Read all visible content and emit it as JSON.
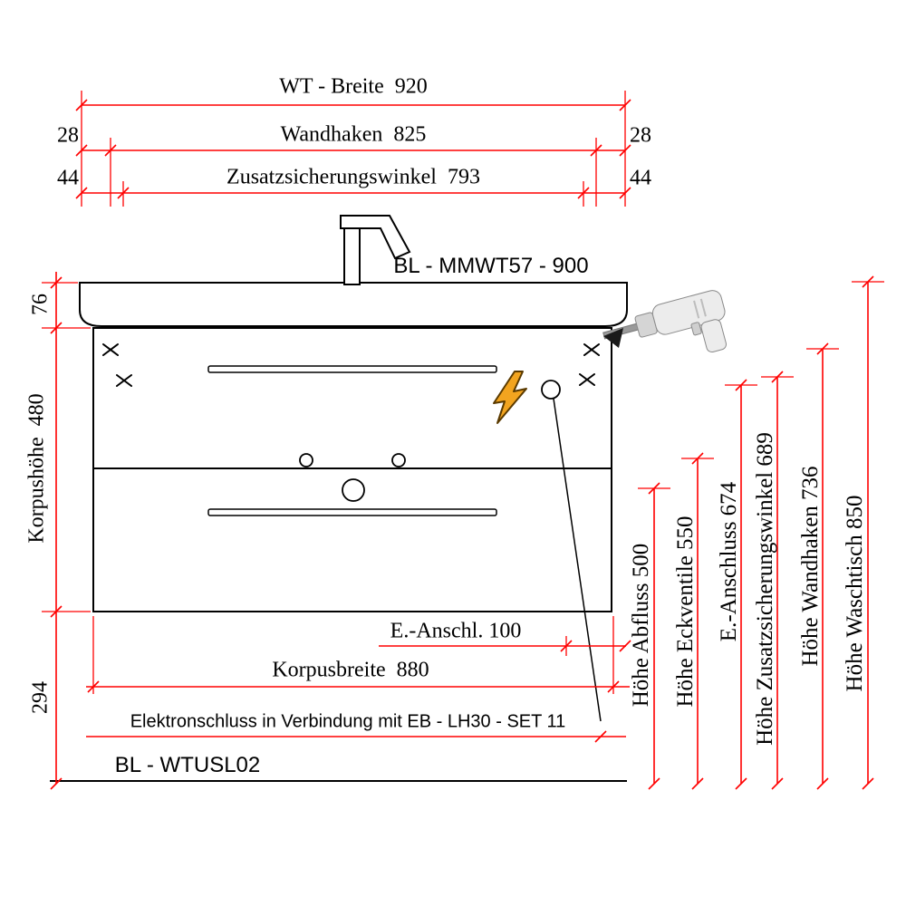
{
  "colors": {
    "dimension_red": "#ff0000",
    "drawing_black": "#000000",
    "bolt_orange": "#f2a41f",
    "drill_gray": "#ececec"
  },
  "icons": {
    "drill": "drill-icon",
    "lightning_bolt": "electric-connection-icon",
    "mounting_marks": "wall-hook-cross-marker"
  },
  "top_dimensions": {
    "wt_breite": {
      "label": "WT - Breite  920"
    },
    "wandhaken": {
      "label": "Wandhaken  825",
      "left_offset": "28",
      "right_offset": "28"
    },
    "zusatzwinkel": {
      "label": "Zusatzsicherungswinkel  793",
      "left_offset": "44",
      "right_offset": "44"
    }
  },
  "left_dimensions": {
    "basin_height": "76",
    "korpus_height": "Korpushöhe  480",
    "bottom_clearance": "294"
  },
  "right_dimensions": [
    {
      "label": "Höhe Abfluss 500"
    },
    {
      "label": "Höhe Eckventile 550"
    },
    {
      "label": "E.-Anschluss 674"
    },
    {
      "label": "Höhe Zusatzsicherungswinkel 689"
    },
    {
      "label": "Höhe Wandhaken 736"
    },
    {
      "label": "Höhe Waschtisch 850"
    }
  ],
  "bottom_dimensions": {
    "e_anschl": "E.-Anschl. 100",
    "korpusbreite": "Korpusbreite  880"
  },
  "annotations": {
    "washbasin_model": "BL - MMWT57 - 900",
    "electrical_note": "Elektronschluss in Verbindung mit EB - LH30 - SET 11",
    "cabinet_model": "BL - WTUSL02"
  }
}
